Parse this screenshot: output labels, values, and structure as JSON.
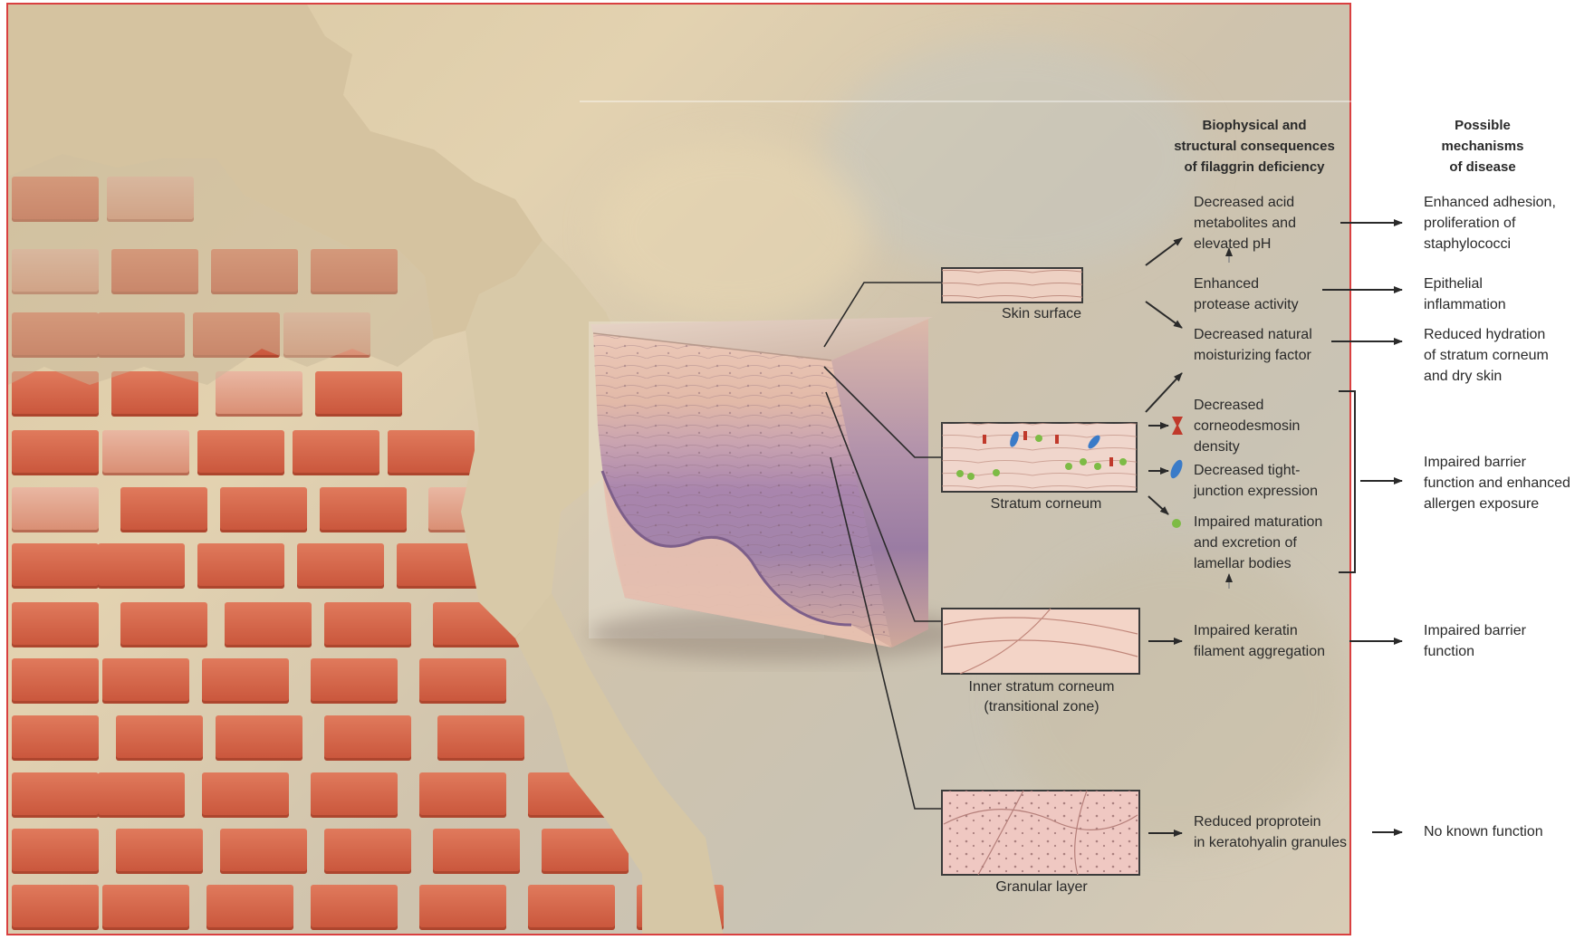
{
  "headers": {
    "consequences": "Biophysical and\nstructural consequences\nof filaggrin deficiency",
    "mechanisms": "Possible\nmechanisms\nof disease"
  },
  "panels": {
    "skin_surface": "Skin surface",
    "stratum_corneum": "Stratum corneum",
    "inner_stratum_corneum": "Inner stratum corneum\n(transitional zone)",
    "granular_layer": "Granular layer"
  },
  "consequences": {
    "acid_metabolites": "Decreased acid\nmetabolites and\nelevated pH",
    "protease": "Enhanced\nprotease activity",
    "moisturizing": "Decreased natural\nmoisturizing factor",
    "corneodesmosin": "Decreased\ncorneodesmosin\ndensity",
    "tight_junction": "Decreased tight-\njunction expression",
    "lamellar": "Impaired maturation\nand excretion of\nlamellar bodies",
    "keratin": "Impaired keratin\nfilament aggregation",
    "proprotein": "Reduced proprotein\nin keratohyalin granules"
  },
  "mechanisms": {
    "adhesion": "Enhanced adhesion,\nproliferation of\nstaphylococci",
    "inflammation": "Epithelial\ninflammation",
    "hydration": "Reduced hydration\nof stratum corneum\nand dry skin",
    "barrier_allergen": "Impaired barrier\nfunction and enhanced\nallergen exposure",
    "barrier": "Impaired barrier\nfunction",
    "no_function": "No known function"
  },
  "colors": {
    "frame_border": "#d94040",
    "brick": "#c9553b",
    "skin_top": "#e9c5b3",
    "skin_purple": "#9a7aa8",
    "arrow": "#2a2a2a"
  }
}
